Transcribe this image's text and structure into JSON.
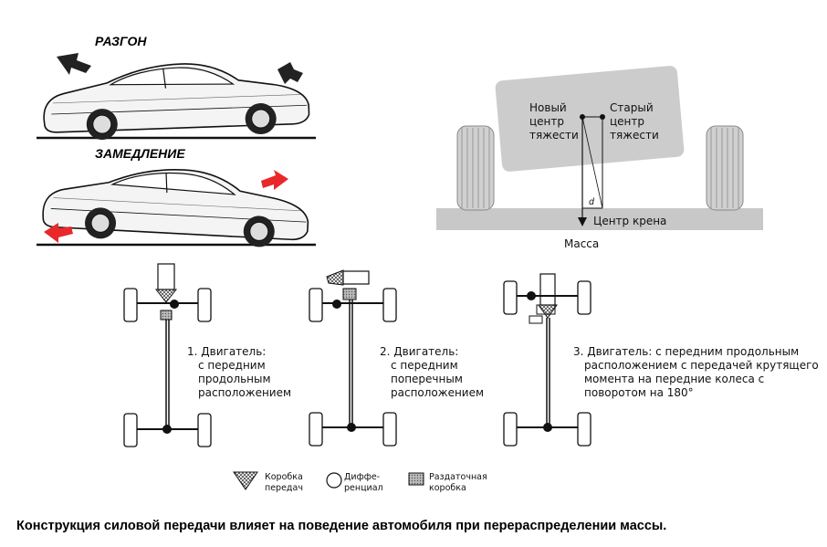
{
  "cars": {
    "acceleration_label": "РАЗГОН",
    "deceleration_label": "ЗАМЕДЛЕНИЕ"
  },
  "roll": {
    "new_center": [
      "Новый",
      "центр",
      "тяжести"
    ],
    "old_center": [
      "Старый",
      "центр",
      "тяжести"
    ],
    "d_label": "d",
    "roll_center": "Центр крена",
    "mass": "Масса"
  },
  "layouts": [
    {
      "lines": [
        "1. Двигатель:",
        "с передним",
        "продольным",
        "расположением"
      ]
    },
    {
      "lines": [
        "2. Двигатель:",
        "с передним",
        "поперечным",
        "расположением"
      ]
    },
    {
      "lines": [
        "3. Двигатель: с передним продольным",
        "расположением с передачей крутящего",
        "момента на передние колеса с",
        "поворотом на 180°"
      ]
    }
  ],
  "legend": {
    "gearbox": [
      "Коробка",
      "передач"
    ],
    "differential": [
      "Диффе-",
      "ренциал"
    ],
    "transfer_case": [
      "Раздаточная",
      "коробка"
    ]
  },
  "caption": "Конструкция силовой передачи влияет на поведение автомобиля при перераспределении массы.",
  "colors": {
    "arrow": "#e8282a",
    "arrow_dark": "#222222",
    "body_gray": "#c8c8c8",
    "ground": "#c8c8c8"
  }
}
